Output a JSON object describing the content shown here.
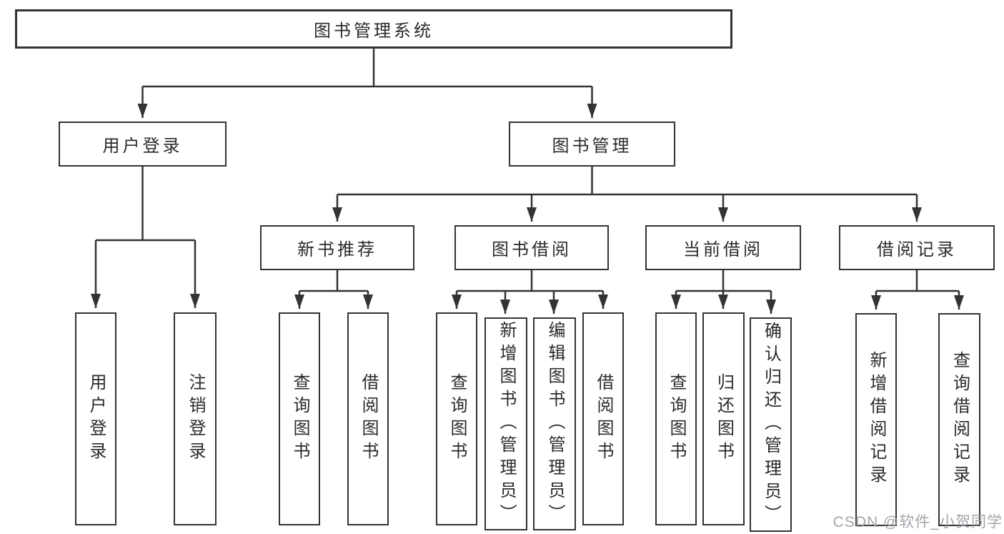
{
  "colors": {
    "line": "#333333",
    "box_border": "#333333",
    "text": "#2b2b2b",
    "background": "#ffffff",
    "watermark": "#9ea0a6"
  },
  "watermark": {
    "text": "CSDN @软件_小贺同学"
  },
  "diagram": {
    "root": {
      "label": "图书管理系统"
    },
    "user_login": {
      "label": "用户登录",
      "children": [
        {
          "label": "用户登录"
        },
        {
          "label": "注销登录"
        }
      ]
    },
    "book_mgmt": {
      "label": "图书管理",
      "children": [
        {
          "label": "新书推荐",
          "children": [
            {
              "label": "查询图书"
            },
            {
              "label": "借阅图书"
            }
          ]
        },
        {
          "label": "图书借阅",
          "children": [
            {
              "label": "查询图书"
            },
            {
              "label": "新增图书（管理员）"
            },
            {
              "label": "编辑图书（管理员）"
            },
            {
              "label": "借阅图书"
            }
          ]
        },
        {
          "label": "当前借阅",
          "children": [
            {
              "label": "查询图书"
            },
            {
              "label": "归还图书"
            },
            {
              "label": "确认归还（管理员）"
            }
          ]
        },
        {
          "label": "借阅记录",
          "children": [
            {
              "label": "新增借阅记录"
            },
            {
              "label": "查询借阅记录"
            }
          ]
        }
      ]
    }
  }
}
